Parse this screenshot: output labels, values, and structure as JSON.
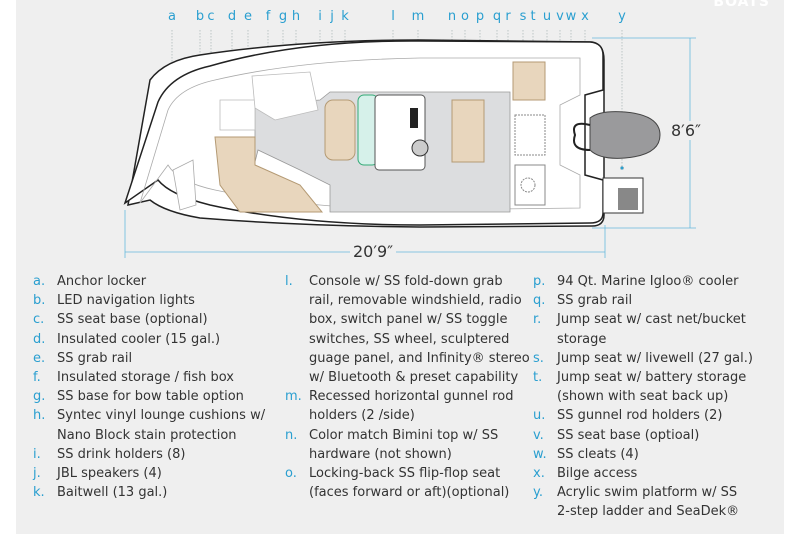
{
  "brand": "BOATS",
  "colors": {
    "accent": "#2a9fd0",
    "background": "#efefef",
    "cushion": "#e8d6bd",
    "deck": "#dcdddf"
  },
  "labels": [
    "a",
    "b",
    "c",
    "d",
    "e",
    "f",
    "g",
    "h",
    "i",
    "j",
    "k",
    "l",
    "m",
    "n",
    "o",
    "p",
    "q",
    "r",
    "s",
    "t",
    "u",
    "v",
    "w",
    "x",
    "y"
  ],
  "dimensions": {
    "beam": "8′6″",
    "length": "20′9″"
  },
  "legend": {
    "col1": [
      {
        "key": "a.",
        "text": "Anchor locker"
      },
      {
        "key": "b.",
        "text": "LED navigation lights"
      },
      {
        "key": "c.",
        "text": "SS seat base (optional)"
      },
      {
        "key": "d.",
        "text": "Insulated cooler (15 gal.)"
      },
      {
        "key": "e.",
        "text": "SS grab rail"
      },
      {
        "key": "f.",
        "text": "Insulated storage / fish box"
      },
      {
        "key": "g.",
        "text": "SS base for bow table option"
      },
      {
        "key": "h.",
        "text": "Syntec vinyl lounge cushions w/\nNano Block stain protection"
      },
      {
        "key": "i.",
        "text": "SS drink holders (8)"
      },
      {
        "key": "j.",
        "text": "JBL speakers (4)"
      },
      {
        "key": "k.",
        "text": "Baitwell (13 gal.)"
      }
    ],
    "col2": [
      {
        "key": "l.",
        "text": "Console w/ SS fold-down grab\nrail, removable windshield, radio\nbox, switch panel w/ SS toggle\nswitches, SS wheel, sculptered\nguage panel, and Infinity® stereo\nw/ Bluetooth & preset capability"
      },
      {
        "key": "m.",
        "text": "Recessed horizontal gunnel rod\nholders (2 /side)"
      },
      {
        "key": "n.",
        "text": "Color match Bimini top w/ SS\nhardware (not shown)"
      },
      {
        "key": "o.",
        "text": "Locking-back SS flip-flop seat\n(faces forward or aft)(optional)"
      }
    ],
    "col3": [
      {
        "key": "p.",
        "text": "94 Qt. Marine Igloo® cooler"
      },
      {
        "key": "q.",
        "text": "SS grab rail"
      },
      {
        "key": "r.",
        "text": "Jump seat w/ cast net/bucket\nstorage"
      },
      {
        "key": "s.",
        "text": "Jump seat w/ livewell (27 gal.)"
      },
      {
        "key": "t.",
        "text": "Jump seat w/ battery storage\n(shown with seat back up)"
      },
      {
        "key": "u.",
        "text": "SS gunnel rod holders (2)"
      },
      {
        "key": "v.",
        "text": "SS seat base (optioal)"
      },
      {
        "key": "w.",
        "text": "SS cleats (4)"
      },
      {
        "key": "x.",
        "text": "Bilge access"
      },
      {
        "key": "y.",
        "text": "Acrylic swim platform w/ SS\n2-step ladder and SeaDek®"
      }
    ]
  }
}
